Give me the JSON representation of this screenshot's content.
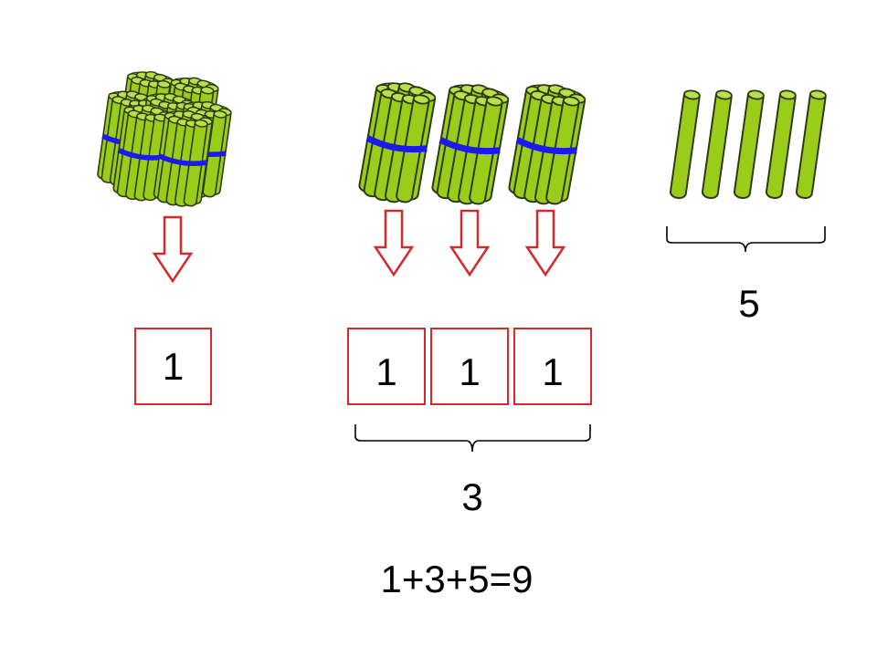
{
  "colors": {
    "stick_fill": "#9acd1a",
    "stick_outline": "#2e3a12",
    "band": "#1a1aee",
    "arrow_outline": "#d42a2a",
    "box_border": "#d42a2a",
    "text": "#000000"
  },
  "hundreds": {
    "box_value": "1"
  },
  "tens": {
    "box_values": [
      "1",
      "1",
      "1"
    ],
    "count_label": "3"
  },
  "ones": {
    "count_label": "5"
  },
  "equation": "1+3+5=9"
}
